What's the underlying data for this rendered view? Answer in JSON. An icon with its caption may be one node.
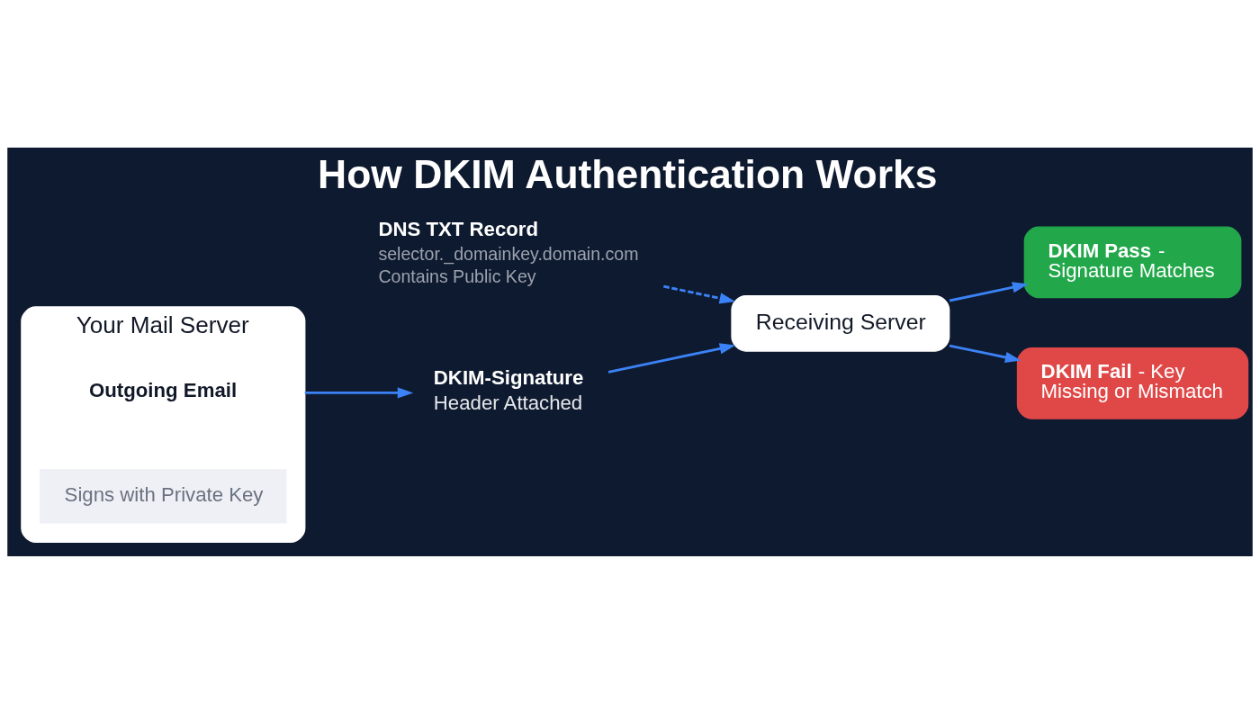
{
  "diagram": {
    "title": "How DKIM Authentication Works",
    "nodes": [
      {
        "text": [
          "Your Mail Server"
        ]
      },
      {
        "text": [
          "Outgoing Email"
        ],
        "in": 0
      },
      {
        "text": [
          "Signs with Private Key"
        ],
        "in": 0
      },
      {
        "text": [
          "DKIM-Signature",
          "Header Attached"
        ]
      },
      {
        "text": [
          "DNS TXT Record",
          "selector._domainkey.domain.com",
          "Contains Public Key"
        ]
      },
      {
        "text": [
          "Receiving Server"
        ]
      },
      {
        "text": [
          "**DKIM Pass** - Signature Matches"
        ]
      },
      {
        "text": [
          "**DKIM Fail** - Key Missing or Mismatch"
        ]
      }
    ],
    "edges": [
      {
        "from": 0,
        "to": 3,
        "arrow": "to"
      },
      {
        "from": 3,
        "to": 5,
        "arrow": "to"
      },
      {
        "from": 4,
        "to": 5,
        "arrow": "to",
        "style": "dashed"
      },
      {
        "from": 5,
        "to": 6,
        "arrow": "to"
      },
      {
        "from": 5,
        "to": 7,
        "arrow": "to"
      }
    ]
  }
}
